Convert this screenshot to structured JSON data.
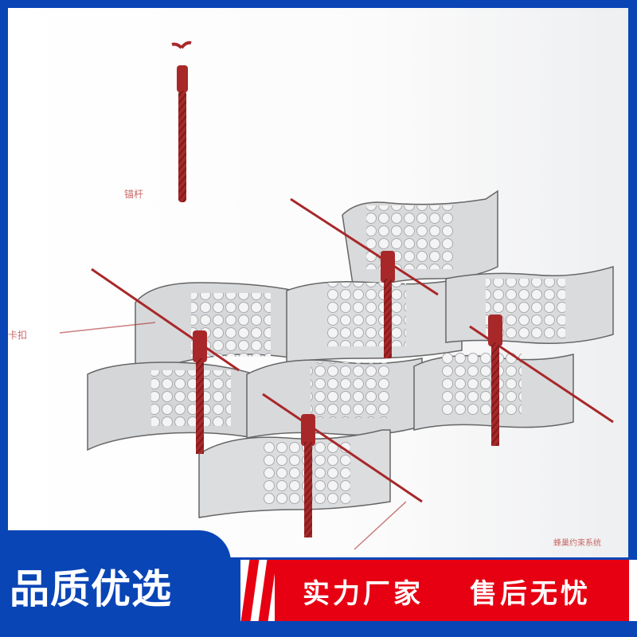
{
  "diagram": {
    "labels": {
      "anchor": "锚杆",
      "connector": "卡扣",
      "system": "蜂巢约束系统"
    }
  },
  "banner": {
    "left_title": "品质优选",
    "slogan_1": "实力厂家",
    "slogan_2": "售后无忧"
  },
  "colors": {
    "frame_blue": "#0a45b6",
    "banner_red": "#e60012",
    "rod_red": "#a8282a",
    "cell_gray": "#d9dadc"
  }
}
